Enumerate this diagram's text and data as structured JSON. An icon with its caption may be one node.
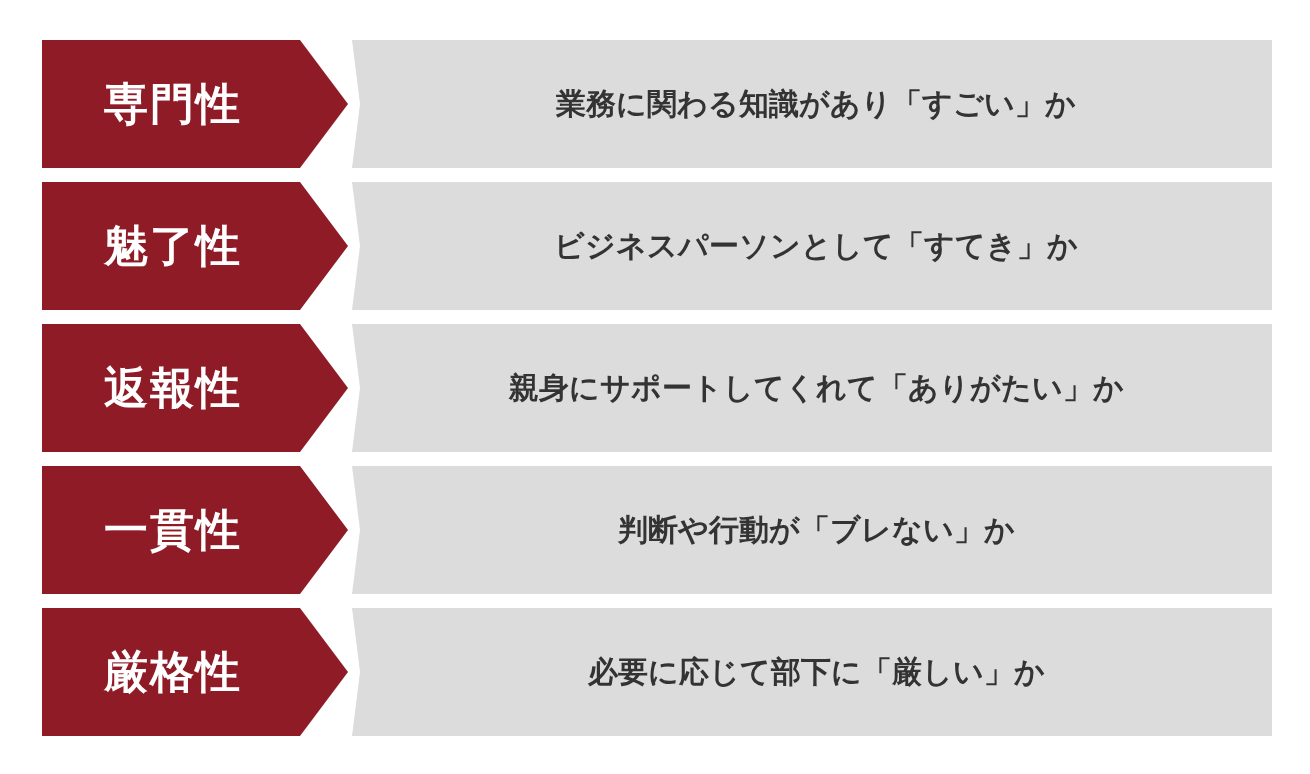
{
  "diagram": {
    "nodes": [
      {
        "text": [
          "専門性"
        ]
      },
      {
        "text": [
          "業務に関わる知識があり「すごい」か"
        ]
      },
      {
        "text": [
          "魅了性"
        ]
      },
      {
        "text": [
          "ビジネスパーソンとして「すてき」か"
        ]
      },
      {
        "text": [
          "返報性"
        ]
      },
      {
        "text": [
          "親身にサポートしてくれて「ありがたい」か"
        ]
      },
      {
        "text": [
          "一貫性"
        ]
      },
      {
        "text": [
          "判断や行動が「ブレない」か"
        ]
      },
      {
        "text": [
          "厳格性"
        ]
      },
      {
        "text": [
          "必要に応じて部下に「厳しい」か"
        ]
      }
    ]
  }
}
